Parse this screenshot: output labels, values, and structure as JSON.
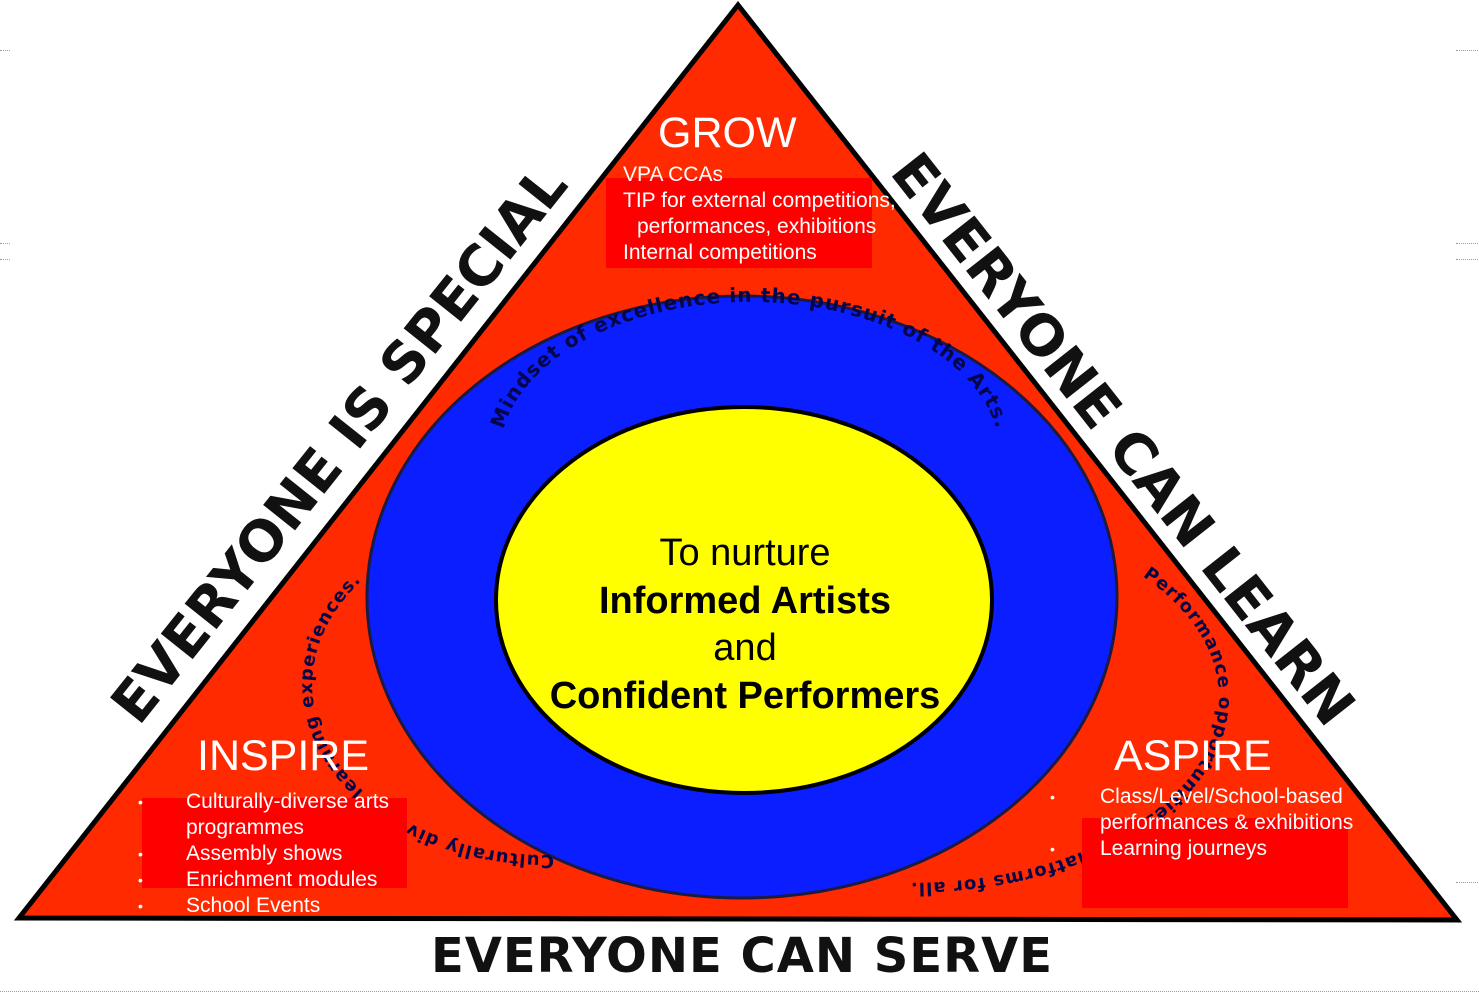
{
  "diagram": {
    "colors": {
      "triangle": "#ff2a00",
      "ring": "#0a1eff",
      "core": "#ffff00",
      "outline": "#000000",
      "label_text": "#ffffff"
    },
    "core": {
      "line1": "To nurture",
      "line2": "Informed Artists",
      "line3": "and",
      "line4": "Confident Performers"
    },
    "ring_text": {
      "top": "Mindset of excellence in the pursuit of the Arts.",
      "right": "Performance opportunities and platforms for all.",
      "left": "Culturally diverse learning experiences."
    },
    "sides": {
      "left": "EVERYONE IS SPECIAL",
      "right": "EVERYONE CAN LEARN",
      "bottom": "EVERYONE CAN SERVE"
    },
    "corners": {
      "grow": {
        "title": "GROW",
        "items": [
          "VPA CCAs",
          "TIP for external competitions,",
          "performances, exhibitions",
          "Internal competitions"
        ]
      },
      "inspire": {
        "title": "INSPIRE",
        "items": [
          "Culturally-diverse arts",
          "programmes",
          "Assembly shows",
          "Enrichment modules",
          "School Events"
        ]
      },
      "aspire": {
        "title": "ASPIRE",
        "items": [
          "Class/Level/School-based",
          "performances & exhibitions",
          "Learning journeys"
        ]
      }
    }
  }
}
